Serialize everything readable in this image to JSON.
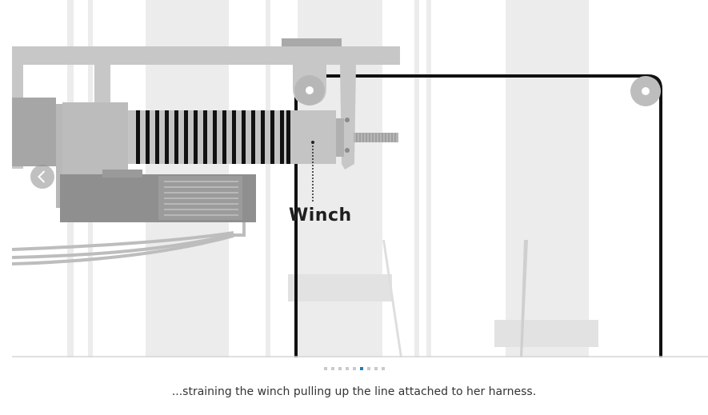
{
  "diagram": {
    "label": "Winch"
  },
  "carousel": {
    "slide_count": 9,
    "active_index": 5,
    "prev_icon": "chevron-left-icon",
    "caption": "...straining the winch pulling up the line attached to her harness."
  },
  "colors": {
    "structure_gray": "#c7c7c7",
    "dark_gray": "#8a8a8a",
    "background_bands": "#ececec",
    "line": "#111111",
    "active_dot": "#1b7fb8",
    "inactive_dot": "#c9c9c9"
  }
}
